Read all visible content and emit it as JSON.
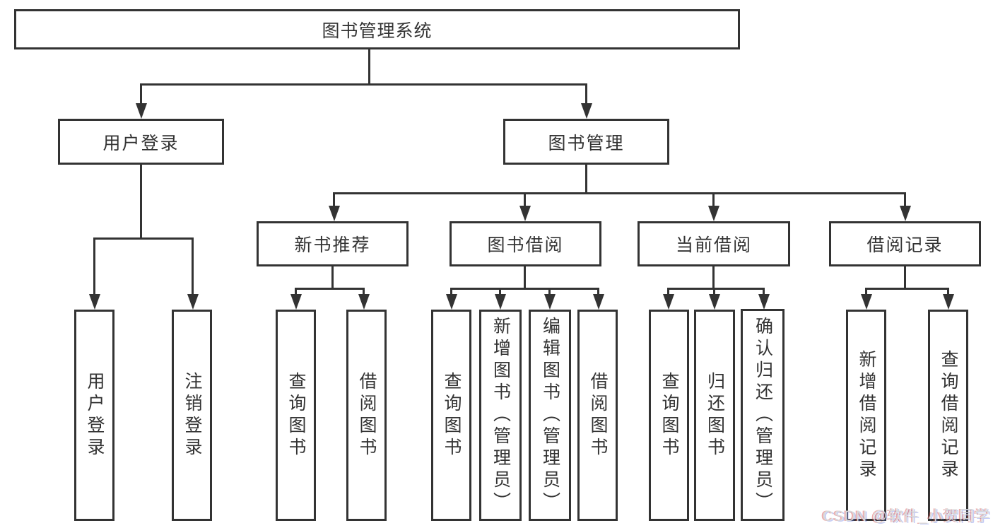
{
  "diagram": {
    "title_node": "图书管理系统",
    "level2": {
      "user_login": "用户登录",
      "book_management": "图书管理"
    },
    "level3": {
      "new_books": "新书推荐",
      "book_borrow": "图书借阅",
      "current_borrow": "当前借阅",
      "borrow_records": "借阅记录"
    },
    "leaves": {
      "user_login": [
        "用户登录",
        "注销登录"
      ],
      "new_books": [
        "查询图书",
        "借阅图书"
      ],
      "book_borrow": [
        "查询图书",
        "新增图书（管理员）",
        "编辑图书（管理员）",
        "借阅图书"
      ],
      "current_borrow": [
        "查询图书",
        "归还图书",
        "确认归还（管理员）"
      ],
      "borrow_records": [
        "新增借阅记录",
        "查询借阅记录"
      ]
    },
    "watermark": "CSDN @软件_小贺同学",
    "colors": {
      "line": "#333333",
      "box_background": "#ffffff",
      "text": "#333333",
      "watermark": "#d9d9d9"
    }
  }
}
